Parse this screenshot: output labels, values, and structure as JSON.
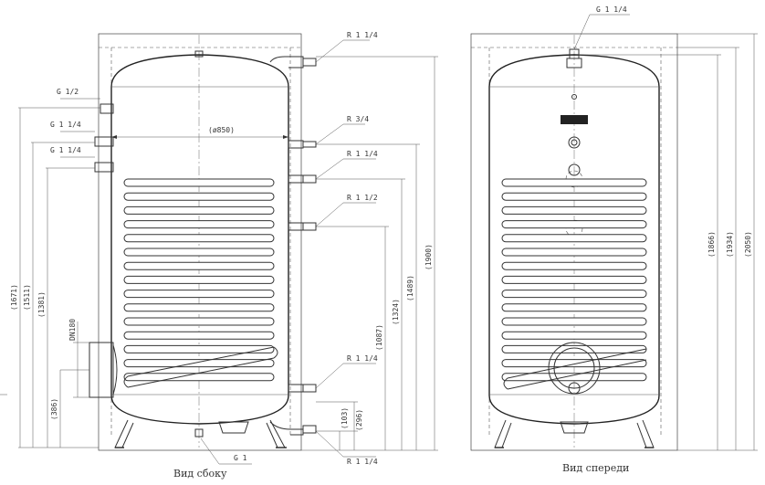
{
  "side_view": {
    "caption": "Вид сбоку",
    "connections": {
      "g_1_2": "G 1/2",
      "g_1_1_4_upper": "G 1 1/4",
      "g_1_1_4_lower": "G 1 1/4",
      "g_1_bottom": "G 1",
      "r_1_1_4_top": "R 1 1/4",
      "r_3_4": "R 3/4",
      "r_1_1_4_coil_in": "R 1 1/4",
      "r_1_1_2": "R 1 1/2",
      "r_1_1_4_coil_out": "R 1 1/4",
      "r_1_1_4_bottom": "R 1 1/4",
      "dn180": "DN180"
    },
    "dimensions": {
      "diameter": "(ø850)",
      "d1671": "(1671)",
      "d1511": "(1511)",
      "d1381": "(1381)",
      "d386": "(386)",
      "d1900": "(1900)",
      "d1489": "(1489)",
      "d1324": "(1324)",
      "d1087": "(1087)",
      "d296": "(296)",
      "d103": "(103)"
    }
  },
  "front_view": {
    "caption": "Вид спереди",
    "connections": {
      "g_1_1_4_top": "G 1 1/4"
    },
    "dimensions": {
      "d1866": "(1866)",
      "d1934": "(1934)",
      "d2050": "(2050)"
    }
  }
}
